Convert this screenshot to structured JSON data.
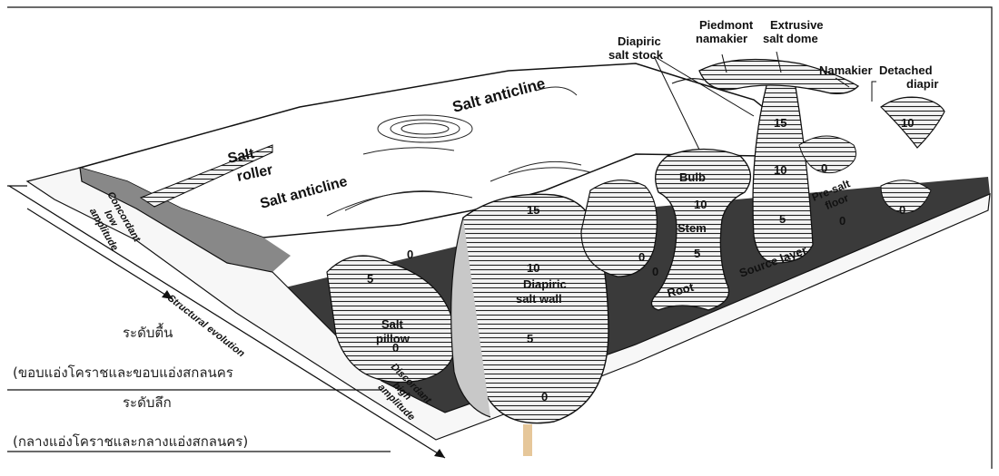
{
  "labels": {
    "salt_anticline_top": "Salt anticline",
    "salt_roller": "Salt\nroller",
    "salt_anticline_mid": "Salt anticline",
    "concordant": "Concordant\nlow\namplitude",
    "structural_evolution": "Structural evolution",
    "discordant": "Discordant\nhigh\namplitude",
    "salt_pillow": "Salt\npillow",
    "diapiric_salt_wall": "Diapiric\nsalt wall",
    "bulb": "Bulb",
    "stem": "Stem",
    "root": "Root",
    "source_layer": "Source layer",
    "pre_salt_floor": "Pre-salt\nfloor",
    "diapiric_salt_stock": "Diapiric\nsalt stock",
    "piedmont_namakier": "Piedmont\nnamakier",
    "extrusive_salt_dome": "Extrusive\nsalt dome",
    "namakier": "Namakier",
    "detached_diapir": "Detached\ndiapir"
  },
  "contours": {
    "pillow_5": "5",
    "pillow_0_upper": "0",
    "pillow_0_lower": "0",
    "wall_15": "15",
    "wall_10": "10",
    "wall_5": "5",
    "wall_0": "0",
    "mound_0": "0",
    "bulb_10": "10",
    "stem_5": "5",
    "root_0": "0",
    "dome_15": "15",
    "dome_10": "10",
    "dome_5": "5",
    "dome_0_right": "0",
    "floor_0": "0",
    "right_0": "0",
    "detached_10": "10"
  },
  "thai": {
    "shallow_title": "ระดับตื้น",
    "shallow_desc": "(ขอบแอ่งโคราชและขอบแอ่งสกลนคร",
    "deep_title": "ระดับลึก",
    "deep_desc": "(กลางแอ่งโคราชและกลางแอ่งสกลนคร)"
  }
}
